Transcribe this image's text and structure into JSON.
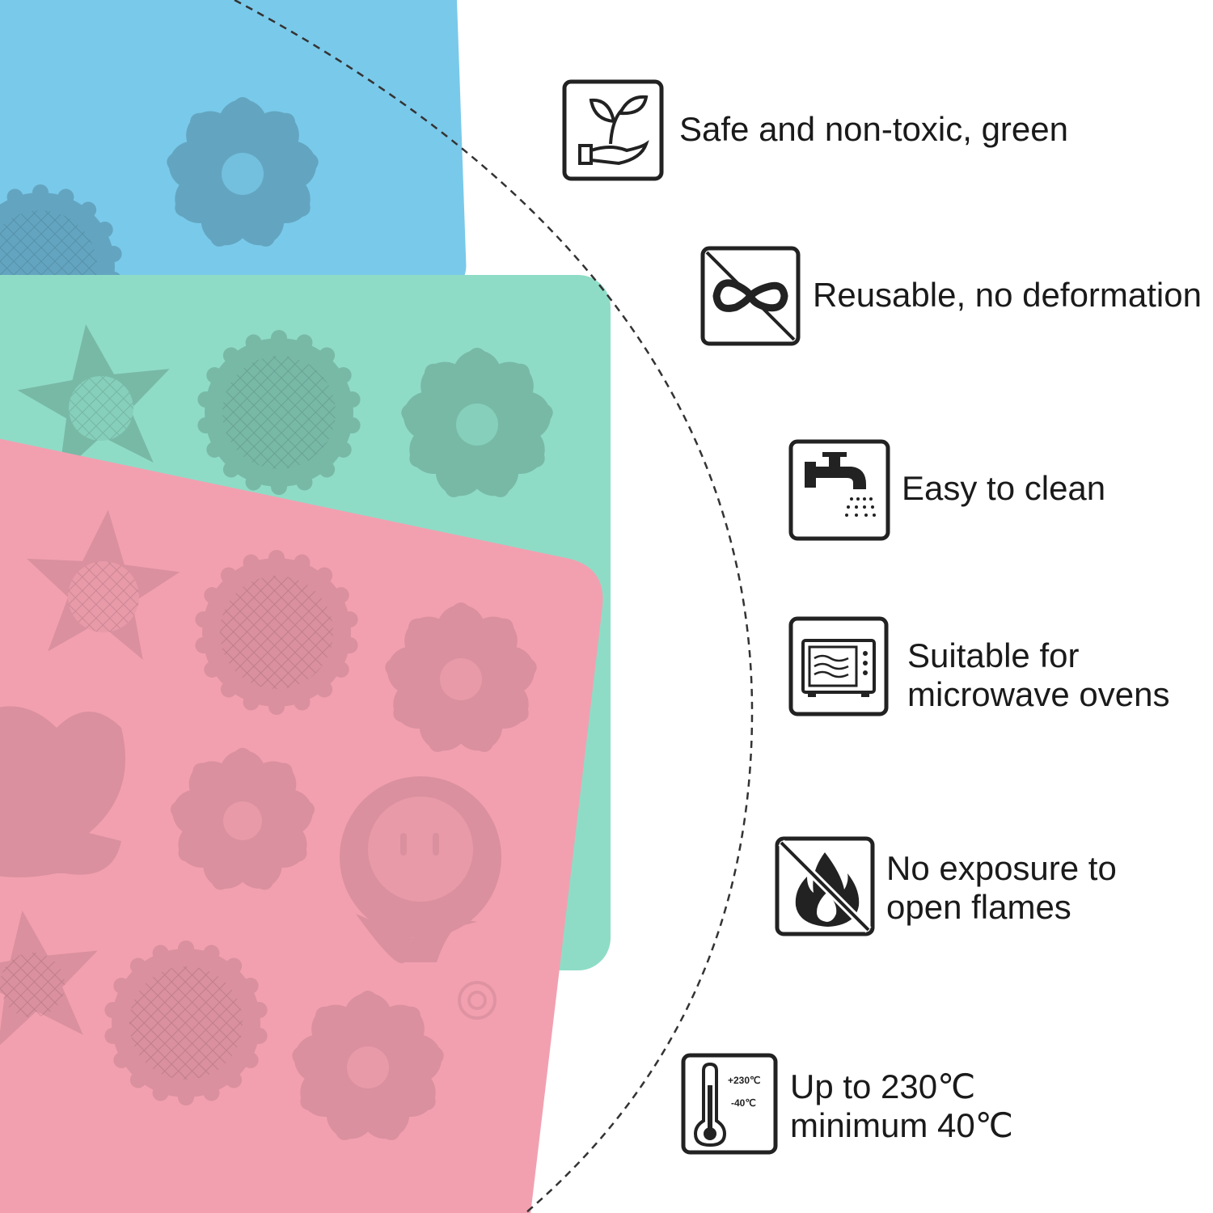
{
  "colors": {
    "blue_mold": "#79c9ea",
    "green_mold": "#8fdcc6",
    "pink_mold": "#f2a0b0",
    "icon_stroke": "#222222"
  },
  "features": [
    {
      "icon": "plant-in-hand-icon",
      "lines": [
        "Safe and non-toxic, green"
      ]
    },
    {
      "icon": "no-deformation-icon",
      "lines": [
        "Reusable, no deformation"
      ]
    },
    {
      "icon": "faucet-icon",
      "lines": [
        "Easy to clean"
      ]
    },
    {
      "icon": "microwave-icon",
      "lines": [
        "Suitable for",
        "microwave ovens"
      ]
    },
    {
      "icon": "no-flame-icon",
      "lines": [
        "No exposure to",
        "open flames"
      ]
    },
    {
      "icon": "thermometer-icon",
      "lines": [
        "Up to 230℃",
        "minimum 40℃"
      ]
    }
  ],
  "thermometer_labels": [
    "+230℃",
    "-40℃"
  ]
}
